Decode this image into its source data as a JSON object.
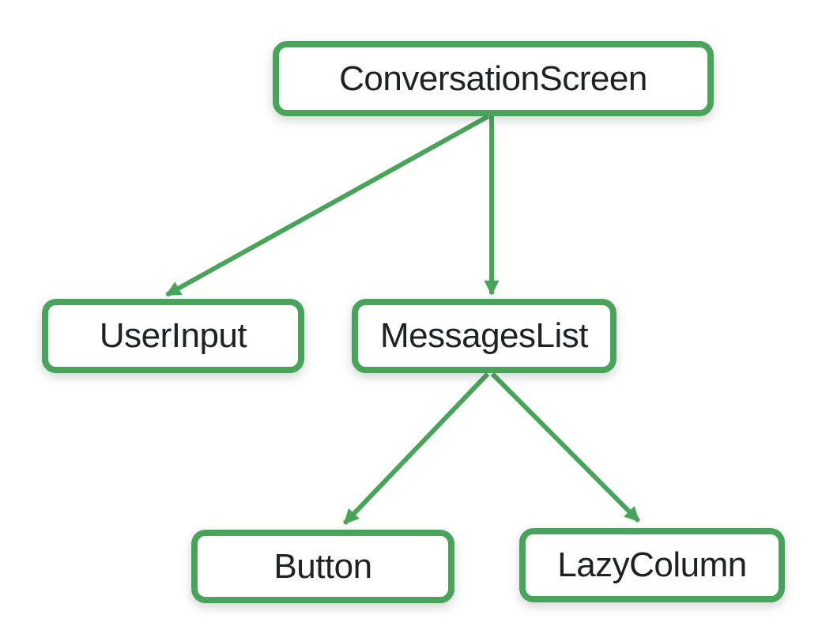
{
  "diagram": {
    "type": "tree",
    "nodes": [
      {
        "id": "conversation-screen",
        "label": "ConversationScreen"
      },
      {
        "id": "user-input",
        "label": "UserInput"
      },
      {
        "id": "messages-list",
        "label": "MessagesList"
      },
      {
        "id": "button",
        "label": "Button"
      },
      {
        "id": "lazy-column",
        "label": "LazyColumn"
      }
    ],
    "edges": [
      {
        "from": "ConversationScreen",
        "to": "UserInput"
      },
      {
        "from": "ConversationScreen",
        "to": "MessagesList"
      },
      {
        "from": "MessagesList",
        "to": "Button"
      },
      {
        "from": "MessagesList",
        "to": "LazyColumn"
      }
    ]
  },
  "colors": {
    "node_border": "#4AA35A",
    "arrow": "#4AA35A",
    "node_fill": "#FFFFFF",
    "text": "#202124",
    "background": "#FFFFFF"
  }
}
